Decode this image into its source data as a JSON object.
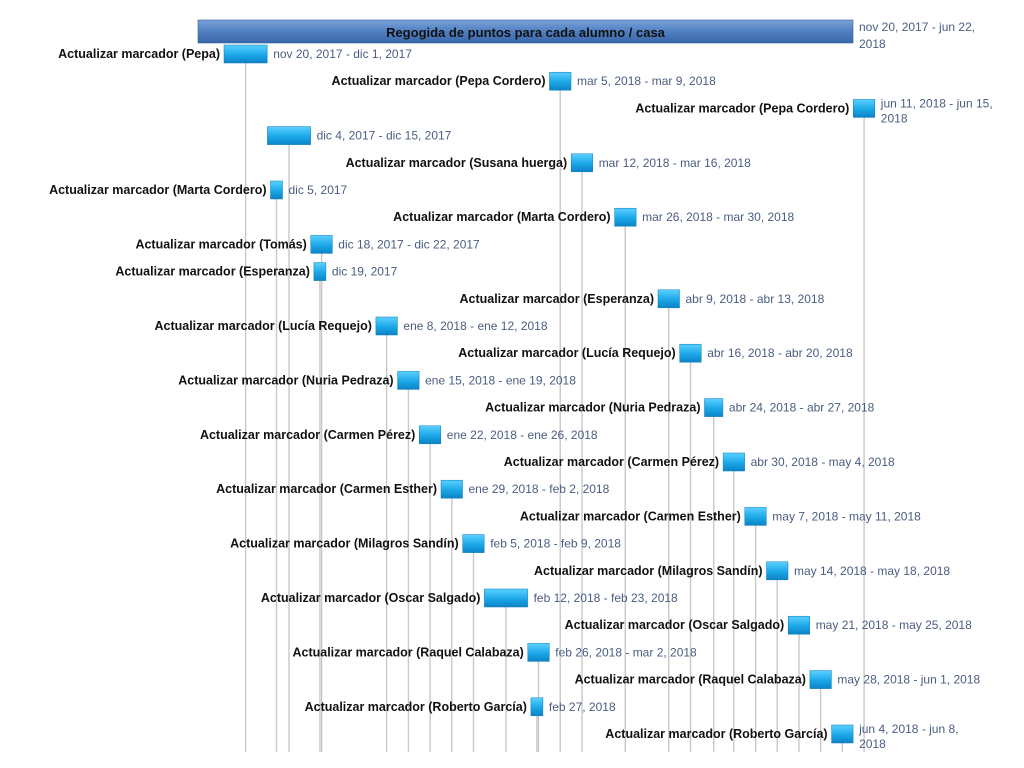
{
  "colors": {
    "summary": "#4f7fc1",
    "bar": "#1aa7e8",
    "connector": "#c4c4c4",
    "date_text": "#4a5d80"
  },
  "chart_data": {
    "type": "gantt",
    "title": "Regogida de puntos para cada alumno / casa",
    "summary": {
      "name": "Regogida de puntos para cada alumno / casa",
      "start": "2017-11-20",
      "end": "2018-06-22",
      "dates_label": "nov 20, 2017 - jun 22, 2018"
    },
    "tasks": [
      {
        "label": "Actualizar marcador (Pepa)",
        "start": "2017-11-20",
        "end": "2017-12-01",
        "dates": "nov 20, 2017 - dic 1, 2017"
      },
      {
        "label": "Actualizar marcador (Pepa  Cordero)",
        "start": "2018-03-05",
        "end": "2018-03-09",
        "dates": "mar 5, 2018 - mar 9, 2018"
      },
      {
        "label": "Actualizar marcador (Pepa  Cordero)",
        "start": "2018-06-11",
        "end": "2018-06-15",
        "dates": "jun 11, 2018 - jun 15, 2018"
      },
      {
        "label": "",
        "start": "2017-12-04",
        "end": "2017-12-15",
        "dates": "dic 4, 2017 - dic 15, 2017"
      },
      {
        "label": "Actualizar marcador (Susana huerga)",
        "start": "2018-03-12",
        "end": "2018-03-16",
        "dates": "mar 12, 2018 - mar 16, 2018"
      },
      {
        "label": "Actualizar marcador (Marta Cordero)",
        "start": "2017-12-05",
        "end": "2017-12-05",
        "dates": "dic 5, 2017"
      },
      {
        "label": "Actualizar marcador (Marta Cordero)",
        "start": "2018-03-26",
        "end": "2018-03-30",
        "dates": "mar 26, 2018 - mar 30, 2018"
      },
      {
        "label": "Actualizar marcador (Tomás)",
        "start": "2017-12-18",
        "end": "2017-12-22",
        "dates": "dic 18, 2017 - dic 22, 2017"
      },
      {
        "label": "Actualizar marcador (Esperanza)",
        "start": "2017-12-19",
        "end": "2017-12-19",
        "dates": "dic 19, 2017"
      },
      {
        "label": "Actualizar marcador (Esperanza)",
        "start": "2018-04-09",
        "end": "2018-04-13",
        "dates": "abr 9, 2018 - abr 13, 2018"
      },
      {
        "label": "Actualizar marcador (Lucía Requejo)",
        "start": "2018-01-08",
        "end": "2018-01-12",
        "dates": "ene 8, 2018 - ene 12, 2018"
      },
      {
        "label": "Actualizar marcador (Lucía Requejo)",
        "start": "2018-04-16",
        "end": "2018-04-20",
        "dates": "abr 16, 2018 - abr 20, 2018"
      },
      {
        "label": "Actualizar marcador (Nuria Pedraza)",
        "start": "2018-01-15",
        "end": "2018-01-19",
        "dates": "ene 15, 2018 - ene 19, 2018"
      },
      {
        "label": "Actualizar marcador (Nuria Pedraza)",
        "start": "2018-04-24",
        "end": "2018-04-27",
        "dates": "abr 24, 2018 - abr 27, 2018"
      },
      {
        "label": "Actualizar marcador (Carmen Pérez)",
        "start": "2018-01-22",
        "end": "2018-01-26",
        "dates": "ene 22, 2018 - ene 26, 2018"
      },
      {
        "label": "Actualizar marcador (Carmen Pérez)",
        "start": "2018-04-30",
        "end": "2018-05-04",
        "dates": "abr 30, 2018 - may 4, 2018"
      },
      {
        "label": "Actualizar marcador (Carmen Esther)",
        "start": "2018-01-29",
        "end": "2018-02-02",
        "dates": "ene 29, 2018 - feb 2, 2018"
      },
      {
        "label": "Actualizar marcador (Carmen Esther)",
        "start": "2018-05-07",
        "end": "2018-05-11",
        "dates": "may 7, 2018 - may 11, 2018"
      },
      {
        "label": "Actualizar marcador (Milagros Sandín)",
        "start": "2018-02-05",
        "end": "2018-02-09",
        "dates": "feb 5, 2018 - feb 9, 2018"
      },
      {
        "label": "Actualizar marcador (Milagros Sandín)",
        "start": "2018-05-14",
        "end": "2018-05-18",
        "dates": "may 14, 2018 - may 18, 2018"
      },
      {
        "label": "Actualizar marcador (Oscar Salgado)",
        "start": "2018-02-12",
        "end": "2018-02-23",
        "dates": "feb 12, 2018 - feb 23, 2018"
      },
      {
        "label": "Actualizar marcador (Oscar Salgado)",
        "start": "2018-05-21",
        "end": "2018-05-25",
        "dates": "may 21, 2018 - may 25, 2018"
      },
      {
        "label": "Actualizar marcador (Raquel Calabaza)",
        "start": "2018-02-26",
        "end": "2018-03-02",
        "dates": "feb 26, 2018 - mar 2, 2018"
      },
      {
        "label": "Actualizar marcador (Raquel Calabaza)",
        "start": "2018-05-28",
        "end": "2018-06-01",
        "dates": "may 28, 2018 - jun 1, 2018"
      },
      {
        "label": "Actualizar marcador (Roberto García)",
        "start": "2018-02-27",
        "end": "2018-02-27",
        "dates": "feb 27, 2018"
      },
      {
        "label": "Actualizar marcador (Roberto García)",
        "start": "2018-06-04",
        "end": "2018-06-08",
        "dates": "jun 4, 2018 - jun 8, 2018"
      }
    ]
  }
}
